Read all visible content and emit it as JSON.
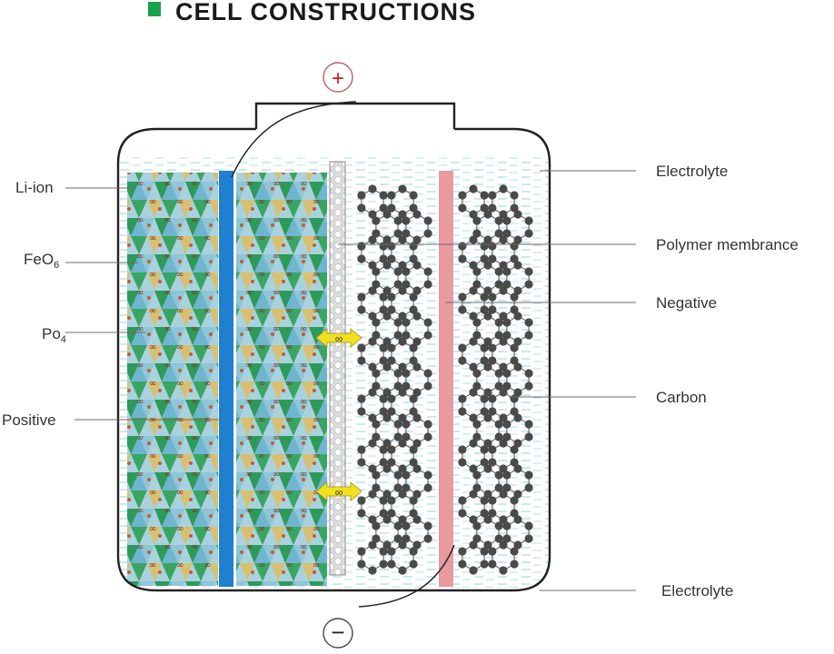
{
  "title": "CELL CONSTRUCTIONS",
  "terminals": {
    "positive": "+",
    "negative": "−"
  },
  "labels": {
    "li_ion": "Li-ion",
    "feo_base": "FeO",
    "feo_sub": "6",
    "po_base": "Po",
    "po_sub": "4",
    "positive": "Positive",
    "electrolyte_top": "Electrolyte",
    "polymer_membrane": "Polymer membrance",
    "negative": "Negative",
    "carbon": "Carbon",
    "electrolyte_bottom": "Electrolyte"
  },
  "colors": {
    "title_marker": "#1aa04a",
    "positive_electrode": "#1f7fd1",
    "negative_electrode": "#e89aa0",
    "arrow": "#f0e020",
    "terminal_positive": "#cc2222",
    "lfp_green": "#2e9a5a",
    "lfp_blue": "#8ec6d8",
    "lfp_yellow": "#d8c070",
    "carbon_atom": "#4a4a4a"
  },
  "arrow_glyph": "∞"
}
